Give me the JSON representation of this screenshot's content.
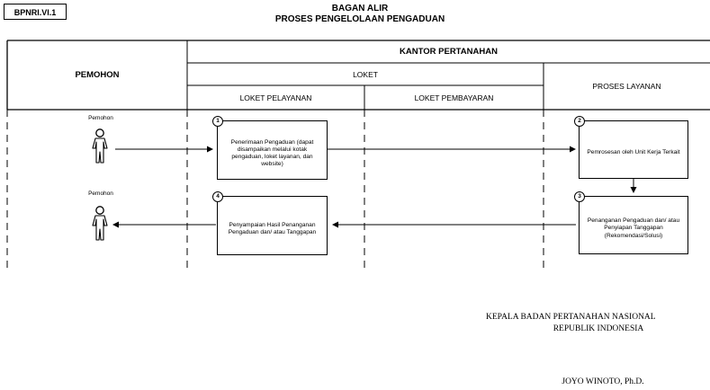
{
  "header": {
    "code": "BPNRI.VI.1",
    "title_line1": "BAGAN ALIR",
    "title_line2": "PROSES PENGELOLAAN PENGADUAN"
  },
  "table": {
    "pemohon": "PEMOHON",
    "kantor": "KANTOR PERTANAHAN",
    "loket": "LOKET",
    "loket_pelayanan": "LOKET PELAYANAN",
    "loket_pembayaran": "LOKET PEMBAYARAN",
    "proses_layanan": "PROSES LAYANAN"
  },
  "actors": [
    {
      "label": "Pemohon"
    },
    {
      "label": "Pemohon"
    }
  ],
  "steps": [
    {
      "number": "1",
      "text": "Penerimaan Pengaduan (dapat disampaikan melalui kotak pengaduan, loket layanan, dan website)"
    },
    {
      "number": "2",
      "text": "Pemrosesan oleh Unit Kerja Terkait"
    },
    {
      "number": "3",
      "text": "Penanganan Pengaduan dan/ atau Penyiapan Tanggapan (Rekomendasi/Solusi)"
    },
    {
      "number": "4",
      "text": "Penyampaian Hasil Penanganan Pengaduan dan/ atau Tanggapan"
    }
  ],
  "signature": {
    "line1": "KEPALA BADAN PERTANAHAN NASIONAL",
    "line2": "REPUBLIK INDONESIA",
    "name": "JOYO WINOTO, Ph.D."
  }
}
